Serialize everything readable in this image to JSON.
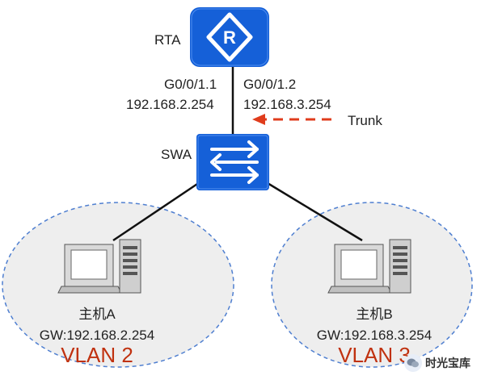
{
  "router": {
    "name": "RTA",
    "icon": "router-icon",
    "color": "#1560d8"
  },
  "switch": {
    "name": "SWA",
    "icon": "switch-icon",
    "color": "#1560d8"
  },
  "subinterfaces": [
    {
      "name": "G0/0/1.1",
      "ip": "192.168.2.254"
    },
    {
      "name": "G0/0/1.2",
      "ip": "192.168.3.254"
    }
  ],
  "trunk": {
    "label": "Trunk",
    "arrow_color": "#e03c1c"
  },
  "hosts": [
    {
      "name": "主机A",
      "gateway": "GW:192.168.2.254",
      "vlan": "VLAN 2",
      "icon": "computer-icon"
    },
    {
      "name": "主机B",
      "gateway": "GW:192.168.3.254",
      "vlan": "VLAN 3",
      "icon": "computer-icon"
    }
  ],
  "watermark": {
    "text": "时光宝库",
    "icon": "wechat-icon"
  },
  "colors": {
    "vlan_text": "#c0310f",
    "vlan_boundary": "#4f7fd0",
    "vlan_fill": "#eeeeee",
    "link": "#111111"
  }
}
